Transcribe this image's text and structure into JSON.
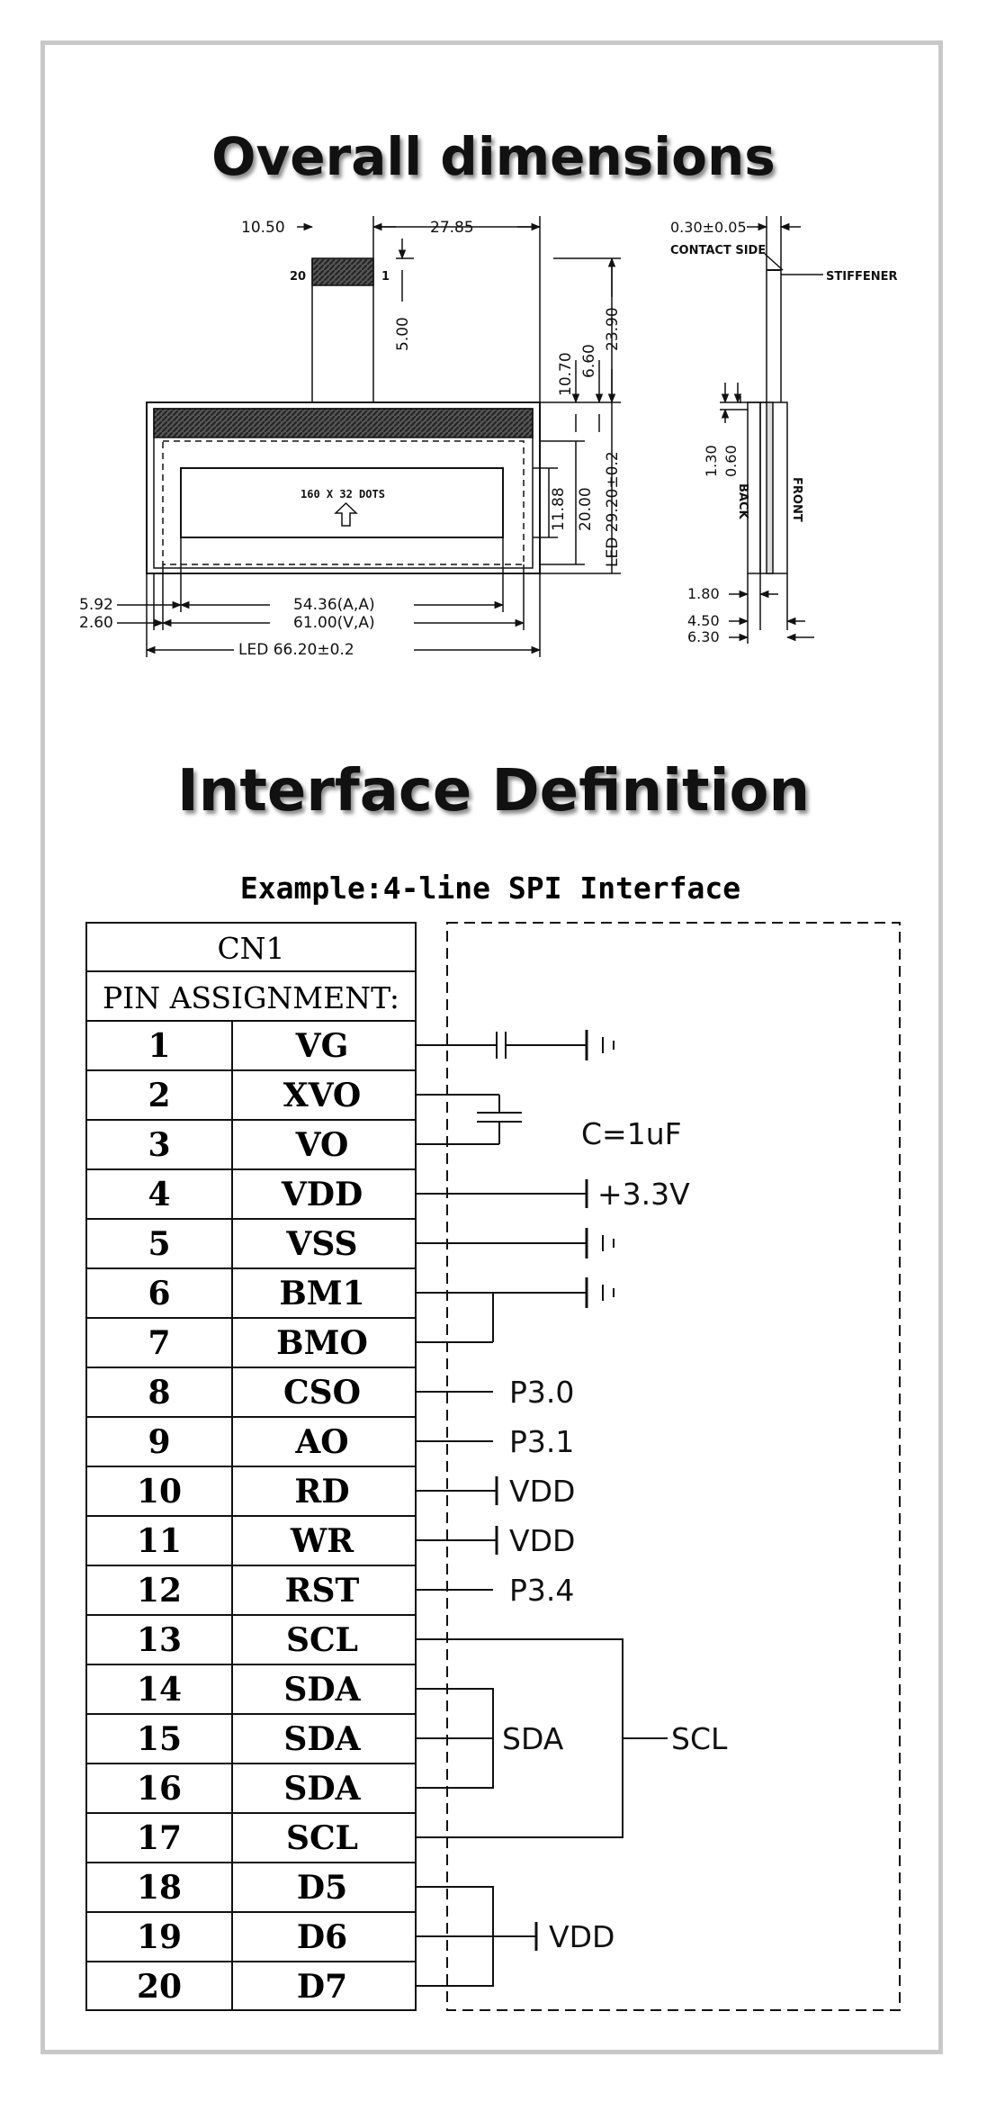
{
  "headings": {
    "overall": "Overall dimensions",
    "interface": "Interface Definition"
  },
  "front_view": {
    "dim_top_left": "10.50",
    "dim_top_width": "27.85",
    "pin_left": "20",
    "pin_right": "1",
    "dim_tail": "5.00",
    "dim_10_70": "10.70",
    "dim_6_60": "6.60",
    "dim_23_90": "23.90",
    "display_label": "160 X 32 DOTS",
    "dim_11_88": "11.88",
    "dim_20_00": "20.00",
    "dim_led_h": "LED 29.20±0.2",
    "dim_5_92": "5.92",
    "dim_2_60": "2.60",
    "dim_aa": "54.36(A,A)",
    "dim_va": "61.00(V,A)",
    "dim_led_w": "LED 66.20±0.2"
  },
  "side_view": {
    "dim_thickness": "0.30±0.05",
    "contact_side": "CONTACT SIDE",
    "stiffener": "STIFFENER",
    "dim_1_30": "1.30",
    "dim_0_60": "0.60",
    "back": "BACK",
    "front": "FRONT",
    "dim_1_80": "1.80",
    "dim_4_50": "4.50",
    "dim_6_30": "6.30"
  },
  "interface": {
    "example_title": "Example:4-line SPI Interface",
    "connector": "CN1",
    "assignment_header": "PIN ASSIGNMENT:",
    "pins": [
      {
        "num": "1",
        "name": "VG"
      },
      {
        "num": "2",
        "name": "XVO"
      },
      {
        "num": "3",
        "name": "VO"
      },
      {
        "num": "4",
        "name": "VDD"
      },
      {
        "num": "5",
        "name": "VSS"
      },
      {
        "num": "6",
        "name": "BM1"
      },
      {
        "num": "7",
        "name": "BMO"
      },
      {
        "num": "8",
        "name": "CSO"
      },
      {
        "num": "9",
        "name": "AO"
      },
      {
        "num": "10",
        "name": "RD"
      },
      {
        "num": "11",
        "name": "WR"
      },
      {
        "num": "12",
        "name": "RST"
      },
      {
        "num": "13",
        "name": "SCL"
      },
      {
        "num": "14",
        "name": "SDA"
      },
      {
        "num": "15",
        "name": "SDA"
      },
      {
        "num": "16",
        "name": "SDA"
      },
      {
        "num": "17",
        "name": "SCL"
      },
      {
        "num": "18",
        "name": "D5"
      },
      {
        "num": "19",
        "name": "D6"
      },
      {
        "num": "20",
        "name": "D7"
      }
    ],
    "circuit": {
      "cap_label": "C=1uF",
      "vdd_supply": "+3.3V",
      "p30": "P3.0",
      "p31": "P3.1",
      "rd_vdd": "VDD",
      "wr_vdd": "VDD",
      "p34": "P3.4",
      "sda_net": "SDA",
      "scl_net": "SCL",
      "data_vdd": "VDD"
    }
  }
}
